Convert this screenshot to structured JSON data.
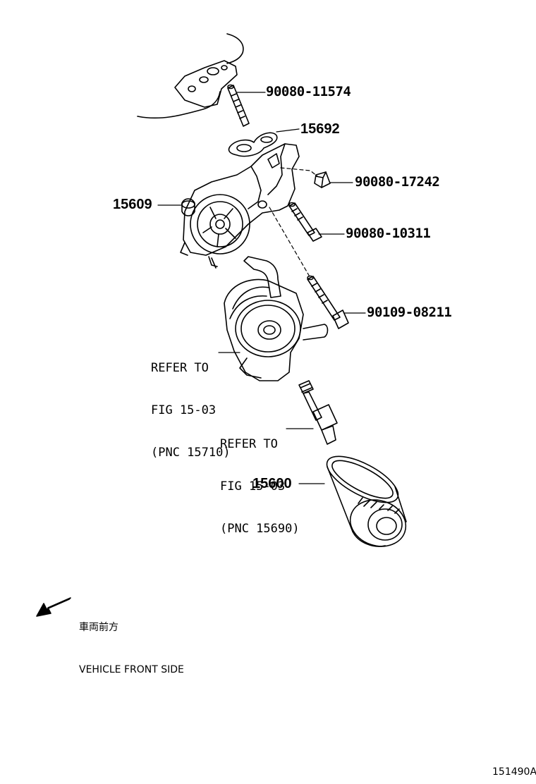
{
  "parts": [
    {
      "id": "p1",
      "number": "90080-11574"
    },
    {
      "id": "p2",
      "number": "15692"
    },
    {
      "id": "p3",
      "number": "90080-17242"
    },
    {
      "id": "p4",
      "number": "15609"
    },
    {
      "id": "p5",
      "number": "90080-10311"
    },
    {
      "id": "p6",
      "number": "90109-08211"
    },
    {
      "id": "p7",
      "number": "15600"
    }
  ],
  "references": [
    {
      "line1": "REFER TO",
      "line2": "FIG 15-03",
      "line3": "(PNC 15710)"
    },
    {
      "line1": "REFER TO",
      "line2": "FIG 15-03",
      "line3": "(PNC 15690)"
    }
  ],
  "direction": {
    "jp": "車両前方",
    "en": "VEHICLE FRONT SIDE"
  },
  "figure_code": "151490A"
}
